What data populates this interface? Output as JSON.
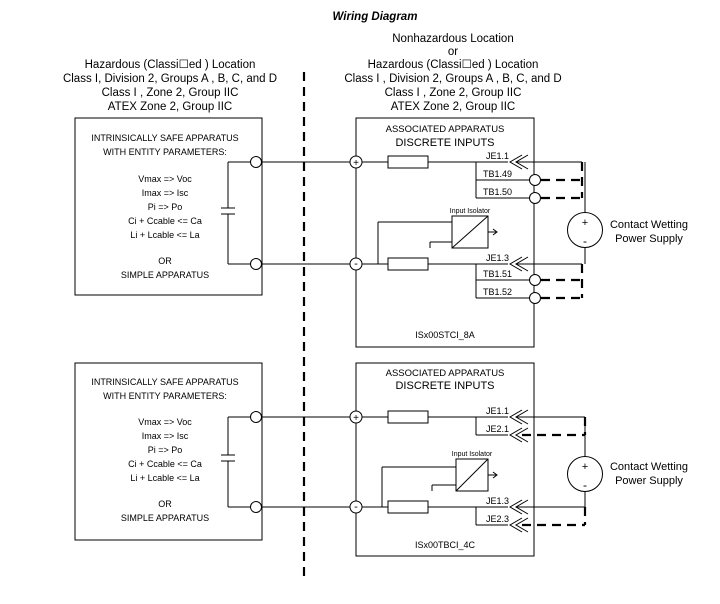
{
  "title": "Wiring Diagram",
  "hazardous_location": {
    "lines": [
      "Hazardous  (Classi☐ed ) Location",
      "Class I, Division 2, Groups A , B, C, and D",
      "Class I , Zone 2, Group IIC",
      "ATEX Zone 2, Group IIC"
    ]
  },
  "nonhazardous_location": {
    "lines": [
      "Nonhazardous Location",
      "or",
      "Hazardous  (Classi☐ed ) Location",
      "Class I , Division 2, Groups A , B, C, and D",
      "Class I , Zone 2, Group IIC",
      "ATEX Zone 2, Group IIC"
    ]
  },
  "field_device": {
    "header": [
      "INTRINSICALLY SAFE APPARATUS",
      "WITH ENTITY PARAMETERS:"
    ],
    "params": [
      "Vmax => Voc",
      "Imax => Isc",
      "Pi => Po",
      "Ci + Ccable <= Ca",
      "Li + Lcable <= La"
    ],
    "or_label": "OR",
    "simple_label": "SIMPLE APPARATUS"
  },
  "module_1": {
    "title": [
      "ASSOCIATED APPARATUS",
      "DISCRETE INPUTS"
    ],
    "isolator_label": "Input Isolator",
    "terminals": [
      "JE1.1",
      "TB1.49",
      "TB1.50",
      "JE1.3",
      "TB1.51",
      "TB1.52"
    ],
    "model": "ISx00STCI_8A"
  },
  "module_2": {
    "title": [
      "ASSOCIATED APPARATUS",
      "DISCRETE INPUTS"
    ],
    "isolator_label": "Input Isolator",
    "terminals": [
      "JE1.1",
      "JE2.1",
      "JE1.3",
      "JE2.3"
    ],
    "model": "ISx00TBCI_4C"
  },
  "power_supply": {
    "lines": [
      "Contact Wetting",
      "Power Supply"
    ],
    "plus": "+",
    "minus": "-"
  },
  "polarity": {
    "plus": "+",
    "minus": "-"
  }
}
